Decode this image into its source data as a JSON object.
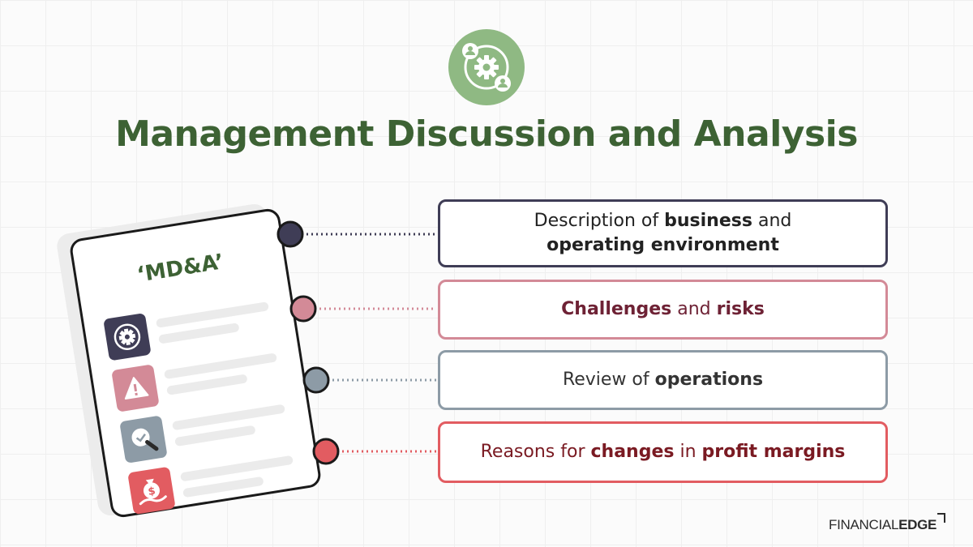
{
  "title": "Management Discussion and Analysis",
  "document": {
    "label": "‘MD&A’",
    "icons": [
      {
        "name": "gear-target-icon",
        "color": "#3f3d56"
      },
      {
        "name": "warning-icon",
        "color": "#d38a97"
      },
      {
        "name": "magnifier-check-icon",
        "color": "#8d9ba6"
      },
      {
        "name": "money-bag-hand-icon",
        "color": "#e25c61"
      }
    ]
  },
  "cards": [
    {
      "parts": [
        [
          "Description of ",
          false
        ],
        [
          "business",
          true
        ],
        [
          " and",
          false
        ],
        [
          "\n",
          false
        ],
        [
          "operating environment",
          true
        ]
      ],
      "color": "#3f3d56"
    },
    {
      "parts": [
        [
          "Challenges",
          true
        ],
        [
          " and ",
          false
        ],
        [
          "risks",
          true
        ]
      ],
      "color": "#d38a97"
    },
    {
      "parts": [
        [
          "Review of ",
          false
        ],
        [
          "operations",
          true
        ]
      ],
      "color": "#8d9ba6"
    },
    {
      "parts": [
        [
          "Reasons for ",
          false
        ],
        [
          "changes",
          true
        ],
        [
          " in ",
          false
        ],
        [
          "profit margins",
          true
        ]
      ],
      "color": "#e25c61"
    }
  ],
  "colors": {
    "title_green": "#3d6234",
    "badge_green": "#8fb983",
    "dark_navy": "#3f3d56",
    "rose": "#d38a97",
    "slate": "#8d9ba6",
    "red": "#e25c61"
  },
  "logo": {
    "light": "FINANCIAL",
    "heavy": "EDGE"
  }
}
